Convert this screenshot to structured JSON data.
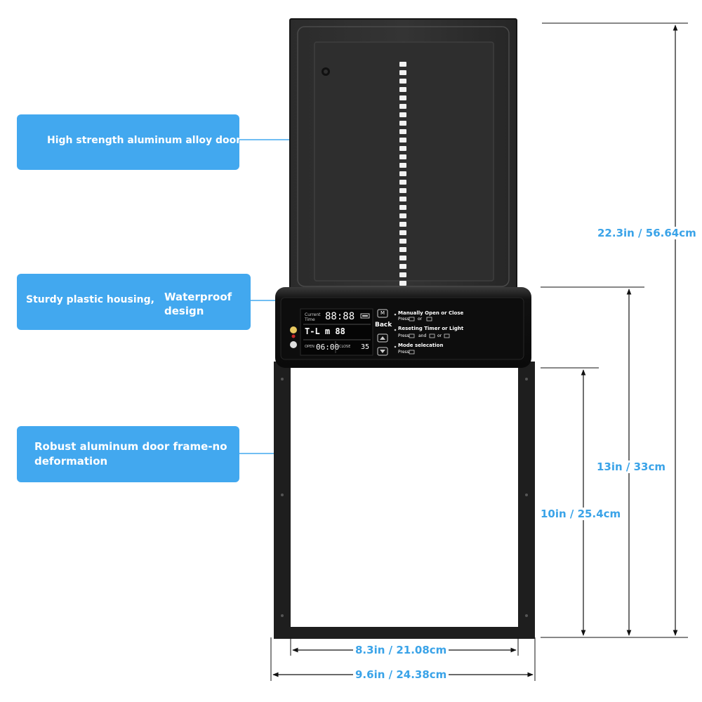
{
  "callouts": {
    "door": "High strength aluminum alloy door",
    "housing": "Sturdy plastic housing,",
    "waterproof_1": "Waterproof",
    "waterproof_2": "design",
    "frame_1": "Robust aluminum door frame-no",
    "frame_2": "deformation"
  },
  "dimensions": {
    "total_height": "22.3in / 56.64cm",
    "housing_height": "13in / 33cm",
    "opening_height": "10in / 25.4cm",
    "inner_width": "8.3in / 21.08cm",
    "outer_width": "9.6in / 24.38cm"
  },
  "panel": {
    "current_label_1": "Current",
    "current_label_2": "Time",
    "time_digits": "88:88",
    "mode_text": "T-L m 88",
    "open_label": "OPEN",
    "open_time": "06:00",
    "close_label": "CLOSE",
    "close_value": "35",
    "m_key": "M",
    "back_label": "Back",
    "hint_1_title": "Manually Open or Close",
    "hint_1_press": "Press",
    "hint_1_or": "or",
    "hint_2_title": "Reseting Timer or Light",
    "hint_2_press": "Press",
    "hint_2_and": "and",
    "hint_2_or": "or",
    "hint_3_title": "Mode selecation",
    "hint_3_press": "Press"
  },
  "colors": {
    "accent_blue": "#42a8ef",
    "dimension_text": "#3aa3e8",
    "door_body": "#2a2a2a",
    "frame": "#1e1e1e",
    "led_yellow": "#e8c860",
    "led_red": "#c62828",
    "led_white": "#dddddd"
  }
}
